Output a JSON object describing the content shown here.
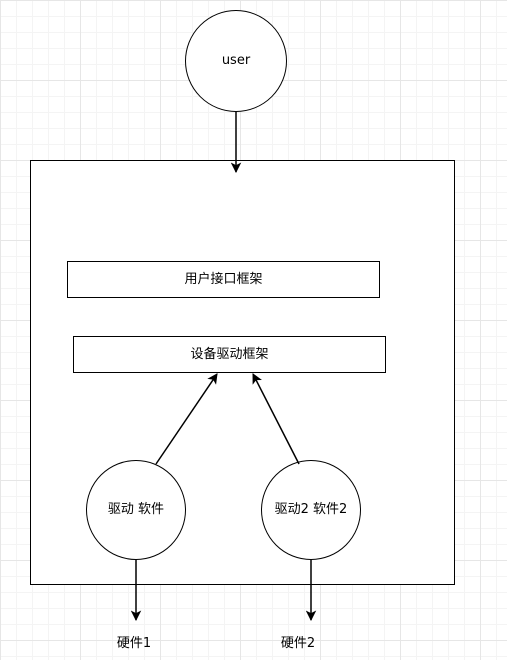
{
  "diagram": {
    "nodes": {
      "user": "user",
      "ui_framework": "用户接口框架",
      "driver_framework": "设备驱动框架",
      "driver1": "驱动 软件",
      "driver2": "驱动2 软件2",
      "hw1": "硬件1",
      "hw2": "硬件2"
    }
  },
  "colors": {
    "stroke": "#000000",
    "fill": "#ffffff",
    "grid_major": "#e6e6e6",
    "grid_minor": "#f4f4f4"
  }
}
